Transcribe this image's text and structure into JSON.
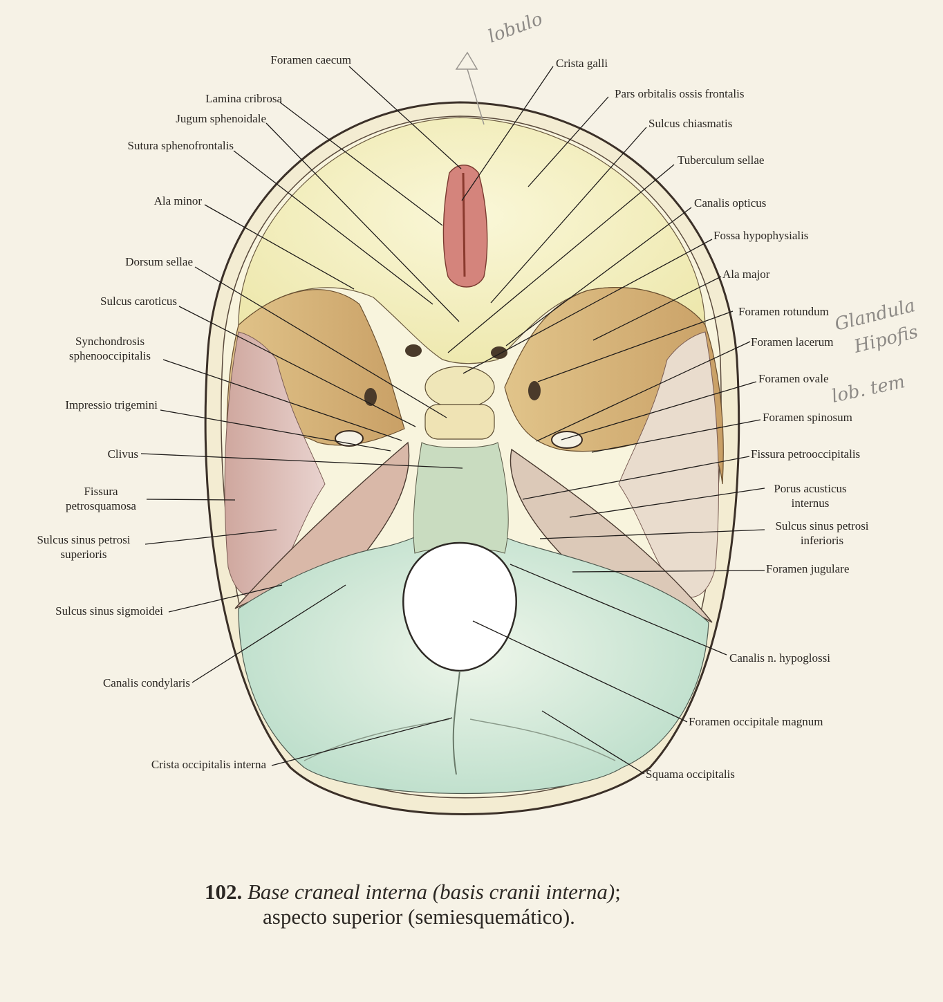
{
  "labels": [
    {
      "id": "foramen-caecum",
      "lines": [
        "Foramen caecum"
      ]
    },
    {
      "id": "crista-galli",
      "lines": [
        "Crista galli"
      ]
    },
    {
      "id": "lamina-cribrosa",
      "lines": [
        "Lamina cribrosa"
      ]
    },
    {
      "id": "pars-orbitalis",
      "lines": [
        "Pars orbitalis ossis frontalis"
      ]
    },
    {
      "id": "jugum-sphenoidale",
      "lines": [
        "Jugum sphenoidale"
      ]
    },
    {
      "id": "sulcus-chiasmatis",
      "lines": [
        "Sulcus chiasmatis"
      ]
    },
    {
      "id": "sutura-sphenofrontalis",
      "lines": [
        "Sutura sphenofrontalis"
      ]
    },
    {
      "id": "tuberculum-sellae",
      "lines": [
        "Tuberculum sellae"
      ]
    },
    {
      "id": "ala-minor",
      "lines": [
        "Ala minor"
      ]
    },
    {
      "id": "canalis-opticus",
      "lines": [
        "Canalis opticus"
      ]
    },
    {
      "id": "fossa-hypophysialis",
      "lines": [
        "Fossa hypophysialis"
      ]
    },
    {
      "id": "dorsum-sellae",
      "lines": [
        "Dorsum sellae"
      ]
    },
    {
      "id": "ala-major",
      "lines": [
        "Ala major"
      ]
    },
    {
      "id": "sulcus-caroticus",
      "lines": [
        "Sulcus caroticus"
      ]
    },
    {
      "id": "foramen-rotundum",
      "lines": [
        "Foramen rotundum"
      ]
    },
    {
      "id": "synchondrosis",
      "lines": [
        "Synchondrosis",
        "sphenooccipitalis"
      ]
    },
    {
      "id": "foramen-lacerum",
      "lines": [
        "Foramen lacerum"
      ]
    },
    {
      "id": "foramen-ovale",
      "lines": [
        "Foramen ovale"
      ]
    },
    {
      "id": "impressio-trigemini",
      "lines": [
        "Impressio trigemini"
      ]
    },
    {
      "id": "foramen-spinosum",
      "lines": [
        "Foramen spinosum"
      ]
    },
    {
      "id": "clivus",
      "lines": [
        "Clivus"
      ]
    },
    {
      "id": "fissura-petrooccipitalis",
      "lines": [
        "Fissura petrooccipitalis"
      ]
    },
    {
      "id": "fissura-petrosquamosa",
      "lines": [
        "Fissura",
        "petrosquamosa"
      ]
    },
    {
      "id": "porus-acusticus",
      "lines": [
        "Porus acusticus",
        "internus"
      ]
    },
    {
      "id": "sulcus-petrosi-superioris",
      "lines": [
        "Sulcus sinus petrosi",
        "superioris"
      ]
    },
    {
      "id": "sulcus-petrosi-inferioris",
      "lines": [
        "Sulcus sinus petrosi",
        "inferioris"
      ]
    },
    {
      "id": "foramen-jugulare",
      "lines": [
        "Foramen jugulare"
      ]
    },
    {
      "id": "sulcus-sigmoidei",
      "lines": [
        "Sulcus sinus sigmoidei"
      ]
    },
    {
      "id": "canalis-hypoglossi",
      "lines": [
        "Canalis n. hypoglossi"
      ]
    },
    {
      "id": "canalis-condylaris",
      "lines": [
        "Canalis condylaris"
      ]
    },
    {
      "id": "foramen-magnum",
      "lines": [
        "Foramen occipitale magnum"
      ]
    },
    {
      "id": "crista-occipitalis",
      "lines": [
        "Crista occipitalis interna"
      ]
    },
    {
      "id": "squama-occipitalis",
      "lines": [
        "Squama occipitalis"
      ]
    }
  ],
  "handwritten": [
    "lobulo",
    "Glandula",
    "Hipofis",
    "lob. tem"
  ],
  "caption": {
    "number": "102.",
    "title": "Base craneal interna (basis cranii interna)",
    "separator": ";",
    "subtitle": "aspecto superior (semiesquemático)."
  }
}
